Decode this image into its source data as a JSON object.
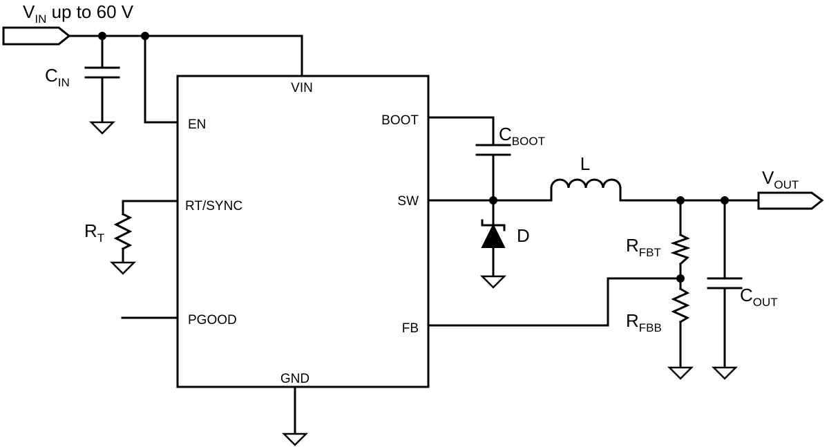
{
  "input": {
    "label_main": "V",
    "label_sub": "IN",
    "label_rest": " up to 60 V"
  },
  "output": {
    "label_main": "V",
    "label_sub": "OUT"
  },
  "ic": {
    "pins": {
      "vin": "VIN",
      "en": "EN",
      "rt_sync": "RT/SYNC",
      "pgood": "PGOOD",
      "gnd": "GND",
      "boot": "BOOT",
      "sw": "SW",
      "fb": "FB"
    }
  },
  "components": {
    "cin": {
      "main": "C",
      "sub": "IN"
    },
    "rt": {
      "main": "R",
      "sub": "T"
    },
    "cboot": {
      "main": "C",
      "sub": "BOOT"
    },
    "inductor": {
      "main": "L"
    },
    "diode": {
      "main": "D"
    },
    "rfbt": {
      "main": "R",
      "sub": "FBT"
    },
    "rfbb": {
      "main": "R",
      "sub": "FBB"
    },
    "cout": {
      "main": "C",
      "sub": "OUT"
    }
  }
}
